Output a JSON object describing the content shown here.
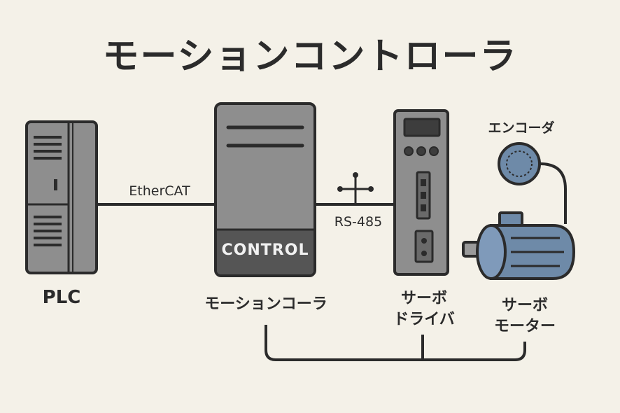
{
  "title": "モーションコントローラ",
  "devices": {
    "plc": {
      "label": "PLC"
    },
    "controller": {
      "label": "モーションコーラ",
      "panel_text": "CONTROL"
    },
    "servo_driver": {
      "label_line1": "サーボ",
      "label_line2": "ドライバ"
    },
    "servo_motor": {
      "label_line1": "サーボ",
      "label_line2": "モーター"
    },
    "encoder": {
      "label": "エンコーダ"
    }
  },
  "connections": {
    "ethercat": "EtherCAT",
    "rs485": "RS-485"
  },
  "colors": {
    "background": "#f4f1e8",
    "device_gray": "#8e8e8e",
    "device_dark": "#5a5a5a",
    "outline": "#2b2b2b",
    "motor_blue": "#6e8aa8"
  },
  "icons": [
    "network-icon"
  ]
}
